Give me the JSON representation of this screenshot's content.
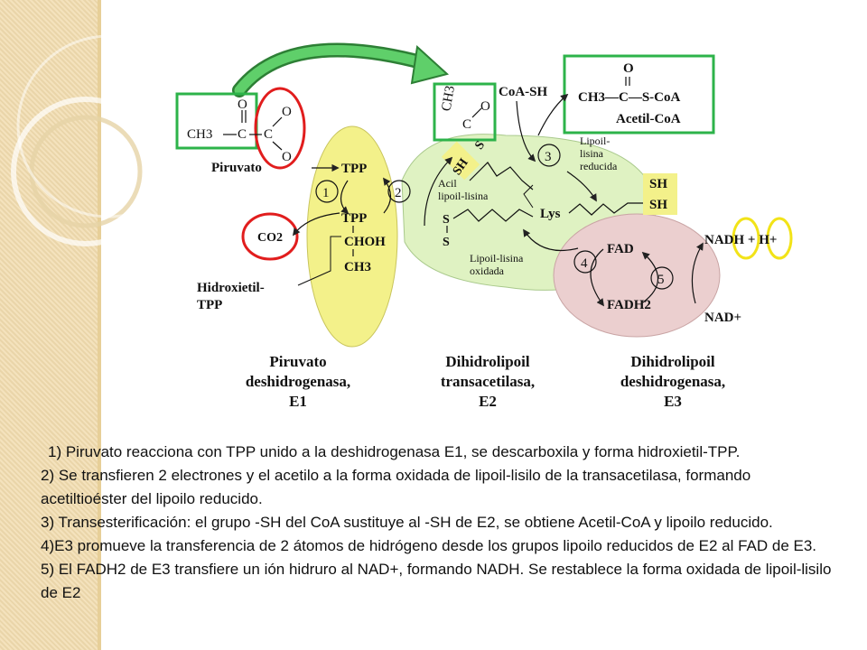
{
  "diagram": {
    "pyruvate_label": "Piruvato",
    "ch3_left": "CH3",
    "o_top1": "O",
    "o_top2": "O",
    "c_left": "C",
    "c_right": "C",
    "o_minus": "O",
    "co2": "CO2",
    "tpp_upper": "TPP",
    "tpp_lower": "TPP",
    "chohh": "CHOH",
    "ch3_lower": "CH3",
    "hydroxyethyl": [
      "Hidroxietil-",
      "TPP"
    ],
    "step1": "1",
    "step2": "2",
    "step3": "3",
    "step4": "4",
    "step5": "5",
    "ch3_box": "CH3",
    "c_box": "C",
    "o_box": "O",
    "sh_tilted": "SH",
    "s_tilted": "S",
    "acyl": [
      "Acil",
      "lipoil-lisina"
    ],
    "s_upper": "S",
    "s_lower": "S",
    "lys": "Lys",
    "lipoil_oxidada": [
      "Lipoil-lisina",
      "oxidada"
    ],
    "coa_sh": "CoA-SH",
    "lipoil_reducida": [
      "Lipoil-",
      "lisina",
      "reducida"
    ],
    "acetyl_top_o": "O",
    "acetyl_formula": "CH3—C—S-CoA",
    "acetyl_coa": "Acetil-CoA",
    "sh1": "SH",
    "sh2": "SH",
    "fad": "FAD",
    "fadh2": "FADH2",
    "nadh": "NADH + H+",
    "nad": "NAD+",
    "enzyme1": [
      "Piruvato",
      "deshidrogenasa,",
      "E1"
    ],
    "enzyme2": [
      "Dihidrolipoil",
      "transacetilasa,",
      "E2"
    ],
    "enzyme3": [
      "Dihidrolipoil",
      "deshidrogenasa,",
      "E3"
    ]
  },
  "colors": {
    "green_box": "#2db34a",
    "red_circle": "#e11d1d",
    "yellow_circle": "#f2e318",
    "e1_fill": "#f3f18a",
    "e2_fill": "#dff2c2",
    "e3_fill": "#ebcfcf",
    "arrow_green": "#5fcf6a"
  },
  "caption": [
    "1) Piruvato reacciona con TPP unido a la deshidrogenasa E1, se descarboxila y forma hidroxietil-TPP.",
    "2) Se transfieren 2 electrones y el acetilo a la forma oxidada de lipoil-lisilo de la transacetilasa, formando acetiltioéster del lipoilo reducido.",
    "3) Transesterificación: el grupo -SH del CoA sustituye al -SH de E2, se obtiene Acetil-CoA y lipoilo reducido.",
    "4)E3 promueve la transferencia de 2 átomos de hidrógeno desde los grupos lipoilo reducidos de E2 al FAD de E3.",
    "5) El FADH2 de E3 transfiere un ión hidruro al NAD+, formando NADH. Se restablece la forma oxidada de lipoil-lisilo de E2"
  ]
}
